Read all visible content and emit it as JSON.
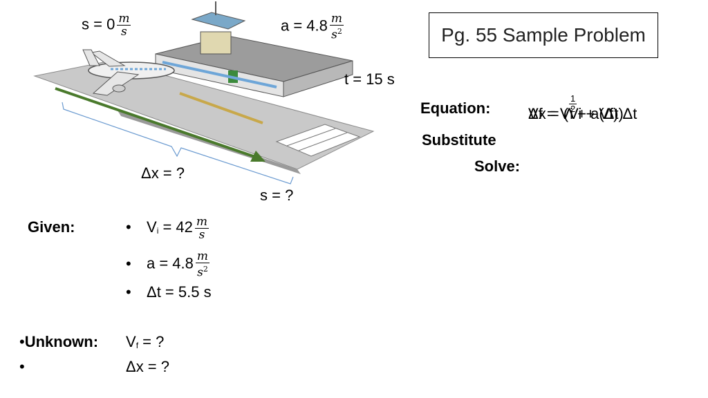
{
  "title": "Pg. 55 Sample Problem",
  "illustration": {
    "s_initial": "s = 0",
    "s_initial_unit": {
      "num": "m",
      "den": "s"
    },
    "a_label": "a = 4.8",
    "a_unit": {
      "num": "m",
      "den": "s",
      "exp": "2"
    },
    "t_label": "t = 15 s",
    "dx_label": "Δx = ?",
    "s_final": "s = ?",
    "arrow_color": "#4a7a2c",
    "brace_color": "#6a9ad0"
  },
  "equation": {
    "label": "Equation:",
    "overlapping_1": "Vf = Vi + a(Δt)",
    "overlapping_2": "Δx = (Vi + Vf) Δt",
    "half_num": "1",
    "half_den": "2"
  },
  "substitute_label": "Substitute",
  "solve_label": "Solve:",
  "given": {
    "label": "Given:",
    "items": [
      {
        "text": "Vi = 42",
        "unit_num": "m",
        "unit_den": "s"
      },
      {
        "text": "a = 4.8",
        "unit_num": "m",
        "unit_den": "s",
        "exp": "2"
      },
      {
        "text": "Δt = 5.5 s"
      }
    ]
  },
  "unknown": {
    "label": "Unknown:",
    "items": [
      "Vf = ?",
      "Δx = ?"
    ]
  }
}
